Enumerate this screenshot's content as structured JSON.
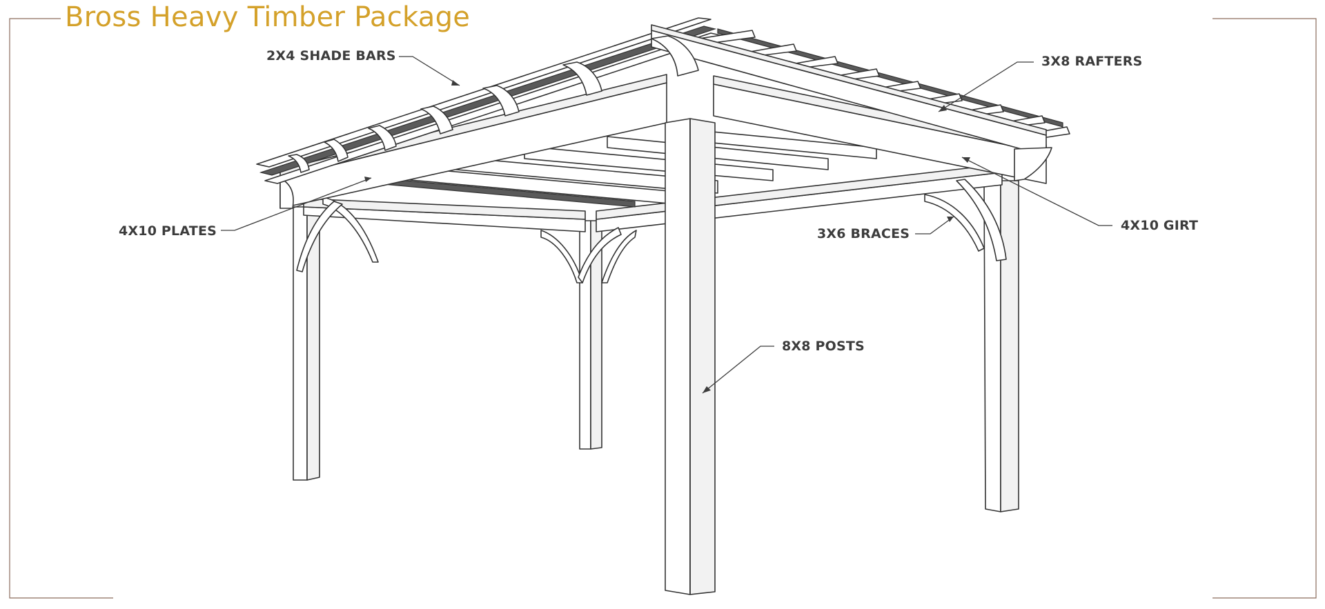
{
  "title": "Bross Heavy Timber Package",
  "callouts": {
    "shade_bars": "2X4 SHADE BARS",
    "rafters": "3X8 RAFTERS",
    "plates": "4X10 PLATES",
    "braces": "3X6 BRACES",
    "girt": "4X10 GIRT",
    "posts": "8X8 POSTS"
  },
  "colors": {
    "title": "#D4A12A",
    "label": "#3c3c3c",
    "line": "#333333",
    "frame": "#8a6a5a"
  }
}
